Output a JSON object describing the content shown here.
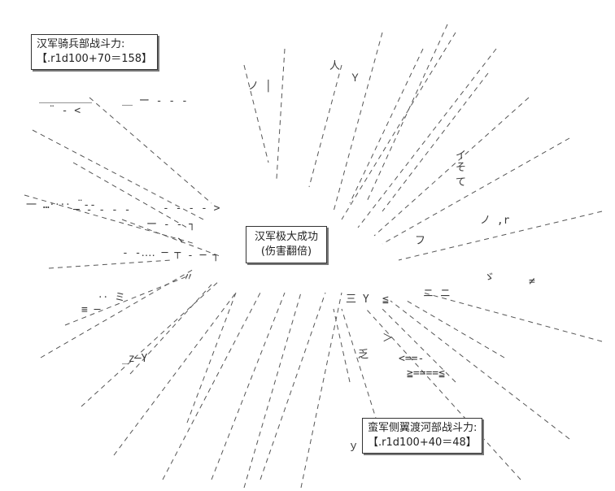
{
  "han_panel": {
    "title": "汉军骑兵部战斗力:",
    "roll": "【.r1d100+70＝158】"
  },
  "result_panel": {
    "headline": "汉军极大成功",
    "effect": "(伤害翻倍)"
  },
  "man_panel": {
    "title": "蛮军侧翼渡河部战斗力:",
    "roll": "【.r1d100+40＝48】"
  },
  "ascii_art": {
    "fragments": [
      "＿＿＿＿＿",
      "＿ ー ‐ ‐ ‐",
      "¨ ‐ <",
      "一 …‥‥ ¨‐‐",
      "─ ‐ ‐ ‐ ‐",
      "‐ ‐ ‐ ‐ >",
      "ー ‐ ‐ ┐",
      "‐ ‐‥‥ ─ ┬",
      "‐ ─ ┐",
      "‥ ミ",
      "≡ ─",
      "_z─Y",
      "人",
      "ノ │",
      "Ｙ",
      "イ",
      "そ",
      "て",
      "≠",
      "三 Y",
      "≦",
      "ニ ニ",
      "ノ ,r",
      "＞",
      "フ",
      "乏",
      "ゞ",
      "<==‐",
      "≧====≦",
      "ｙ",
      "〃",
      "ヽ"
    ]
  }
}
